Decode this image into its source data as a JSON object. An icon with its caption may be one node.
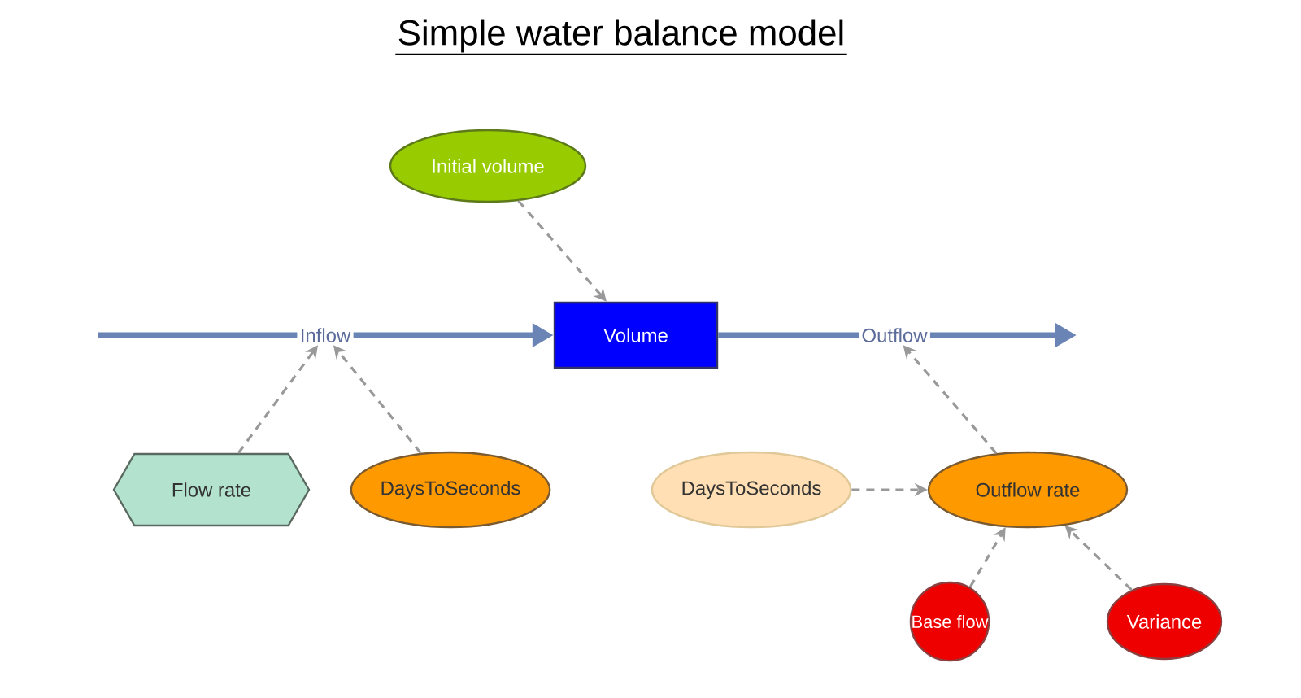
{
  "diagram": {
    "title": "Simple water balance model",
    "nodes": [
      {
        "text": [
          "Initial volume"
        ]
      },
      {
        "text": [
          "Volume"
        ]
      },
      {
        "text": [
          "Inflow"
        ]
      },
      {
        "text": [
          "Outflow"
        ]
      },
      {
        "text": [
          "Flow rate"
        ]
      },
      {
        "text": [
          "DaysToSeconds"
        ]
      },
      {
        "text": [
          "DaysToSeconds"
        ]
      },
      {
        "text": [
          "Outflow rate"
        ]
      },
      {
        "text": [
          "Base flow"
        ]
      },
      {
        "text": [
          "Variance"
        ]
      }
    ],
    "edges": [
      {
        "from": null,
        "to": 2,
        "arrow": "none",
        "style": "thick",
        "color": "#6b84b6"
      },
      {
        "from": 2,
        "to": 1,
        "arrow": "to",
        "style": "thick",
        "color": "#6b84b6"
      },
      {
        "from": 1,
        "to": 3,
        "arrow": "none",
        "style": "thick",
        "color": "#6b84b6"
      },
      {
        "from": 3,
        "to": null,
        "arrow": "to",
        "style": "thick",
        "color": "#6b84b6"
      },
      {
        "from": 0,
        "to": 1,
        "arrow": "to",
        "style": "dashed"
      },
      {
        "from": 4,
        "to": 2,
        "arrow": "to",
        "style": "dashed"
      },
      {
        "from": 5,
        "to": 2,
        "arrow": "to",
        "style": "dashed"
      },
      {
        "from": 7,
        "to": 3,
        "arrow": "to",
        "style": "dashed"
      },
      {
        "from": 6,
        "to": 7,
        "arrow": "to",
        "style": "dashed"
      },
      {
        "from": 8,
        "to": 7,
        "arrow": "to",
        "style": "dashed"
      },
      {
        "from": 9,
        "to": 7,
        "arrow": "to",
        "style": "dashed"
      }
    ]
  }
}
